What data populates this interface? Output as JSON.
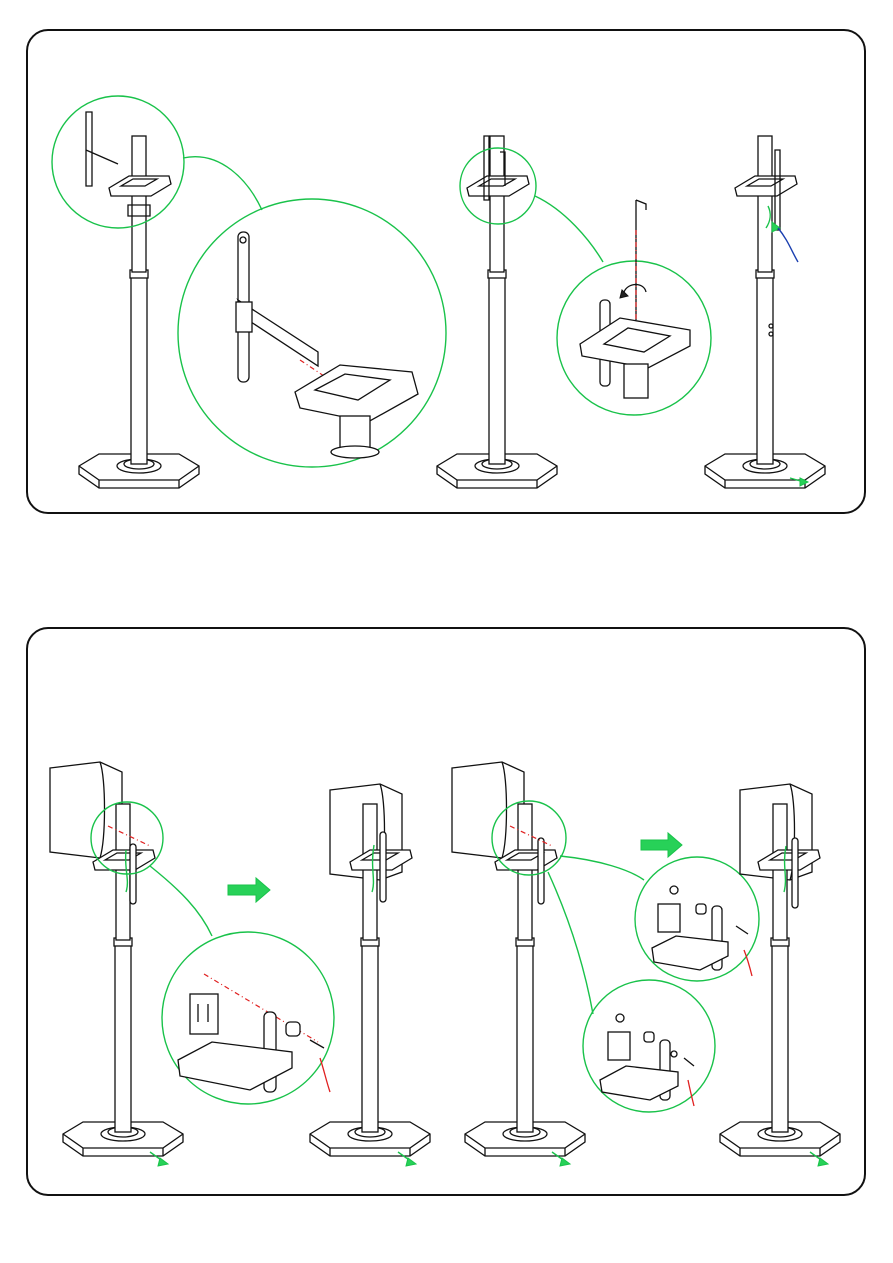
{
  "page": {
    "panels": [
      {
        "id": "step-top",
        "frames": [
          "stand-with-bracket",
          "bracket-aligned",
          "hex-key-tightening",
          "stand-assembled"
        ]
      },
      {
        "id": "step-bottom",
        "frames": [
          "speaker-mounting-a",
          "speaker-mounted-a",
          "speaker-mounting-b",
          "speaker-mounted-b"
        ]
      }
    ],
    "colors": {
      "line": "#111111",
      "callout": "#19c24a",
      "arrow": "#27d158",
      "guide": "#e02020",
      "pointer": "#1a3fb0"
    },
    "icons": [
      "hex-key-icon",
      "rotate-arrow-icon",
      "right-arrow-icon",
      "screw-icon",
      "spacer-icon",
      "washer-icon"
    ]
  }
}
